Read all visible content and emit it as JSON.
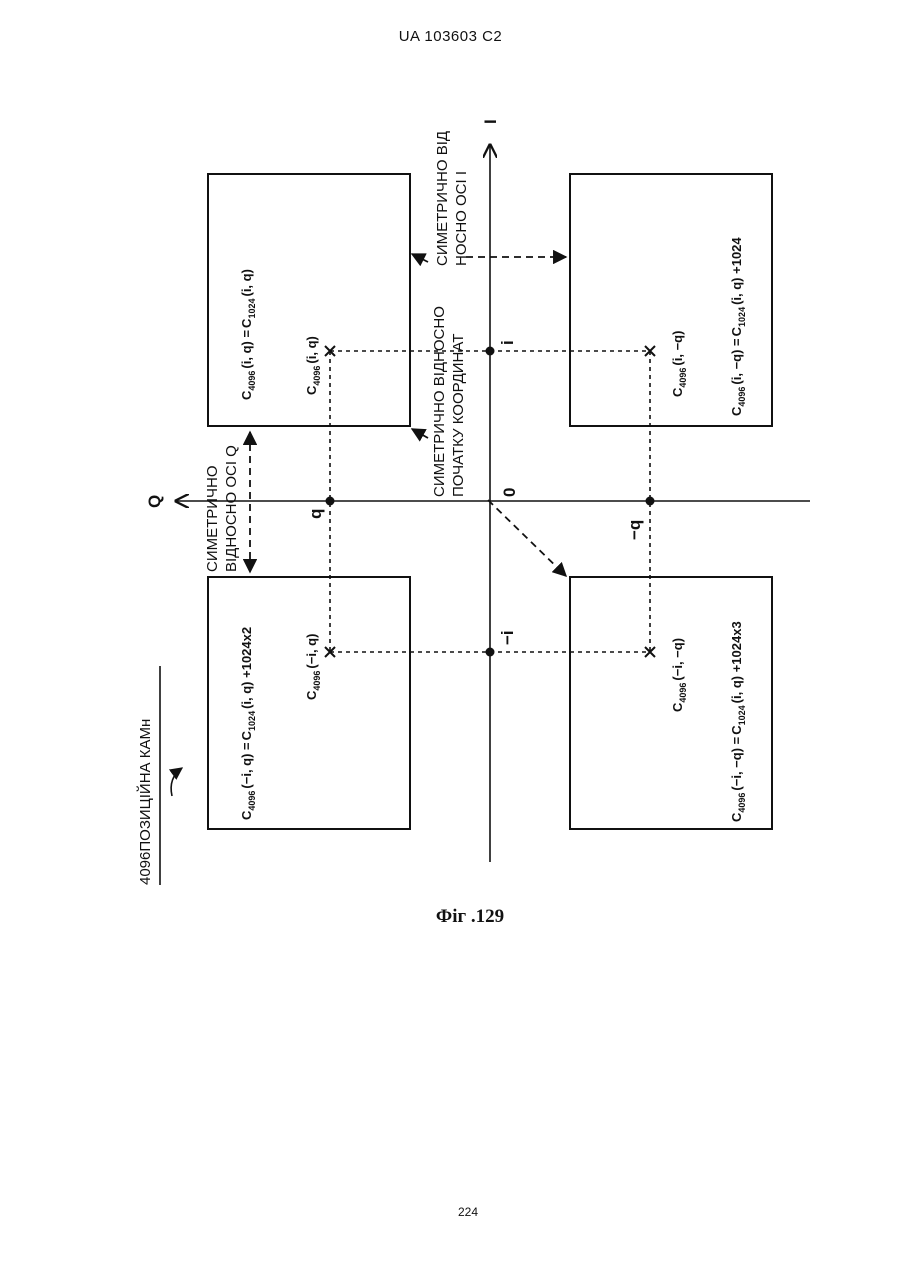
{
  "header": {
    "patent_number": "UA   103603   C2"
  },
  "caption": {
    "figure_label": "Фіг .129"
  },
  "footer": {
    "page_number": "224"
  },
  "diagram": {
    "title_label": "4096ПОЗИЦІЙНА КАМн",
    "axis_labels": {
      "q_axis": "Q",
      "i_axis": "I",
      "origin": "0"
    },
    "tick_labels": {
      "q": "q",
      "neg_q": "−q",
      "i": "i",
      "neg_i": "−i"
    },
    "annotations": {
      "sym_q_line1": "СИМЕТРИЧНО",
      "sym_q_line2": "ВІДНОСНО ОСІ Q",
      "sym_origin_line1": "СИМЕТРИЧНО ВІДНОСНО",
      "sym_origin_line2": "ПОЧАТКУ КООРДИНАТ",
      "sym_i_line1": "СИМЕТРИЧНО ВІД",
      "sym_i_line2": "НОСНО ОСІ I"
    },
    "blocks": {
      "top_left": {
        "formula_lhs": "C",
        "formula_lhs_sub": "4096",
        "formula_args": "(i, q) =",
        "formula_rhs": "C",
        "formula_rhs_sub": "1024",
        "formula_rhs_args": "(i, q)",
        "point_name": "C",
        "point_sub": "4096",
        "point_args": "(i, q)"
      },
      "top_right": {
        "formula_lhs": "C",
        "formula_lhs_sub": "4096",
        "formula_args": "(i, −q) =",
        "formula_rhs": "C",
        "formula_rhs_sub": "1024",
        "formula_rhs_args": "(i, q) +1024",
        "point_name": "C",
        "point_sub": "4096",
        "point_args": "(i, −q)"
      },
      "bottom_left": {
        "formula_lhs": "C",
        "formula_lhs_sub": "4096",
        "formula_args": "(−i, q) =",
        "formula_rhs": "C",
        "formula_rhs_sub": "1024",
        "formula_rhs_args": "(i, q) +1024x2",
        "point_name": "C",
        "point_sub": "4096",
        "point_args": "(−i, q)"
      },
      "bottom_right": {
        "formula_lhs": "C",
        "formula_lhs_sub": "4096",
        "formula_args": "(−i, −q) =",
        "formula_rhs": "C",
        "formula_rhs_sub": "1024",
        "formula_rhs_args": "(i, q) +1024x3",
        "point_name": "C",
        "point_sub": "4096",
        "point_args": "(−i, −q)"
      }
    }
  }
}
